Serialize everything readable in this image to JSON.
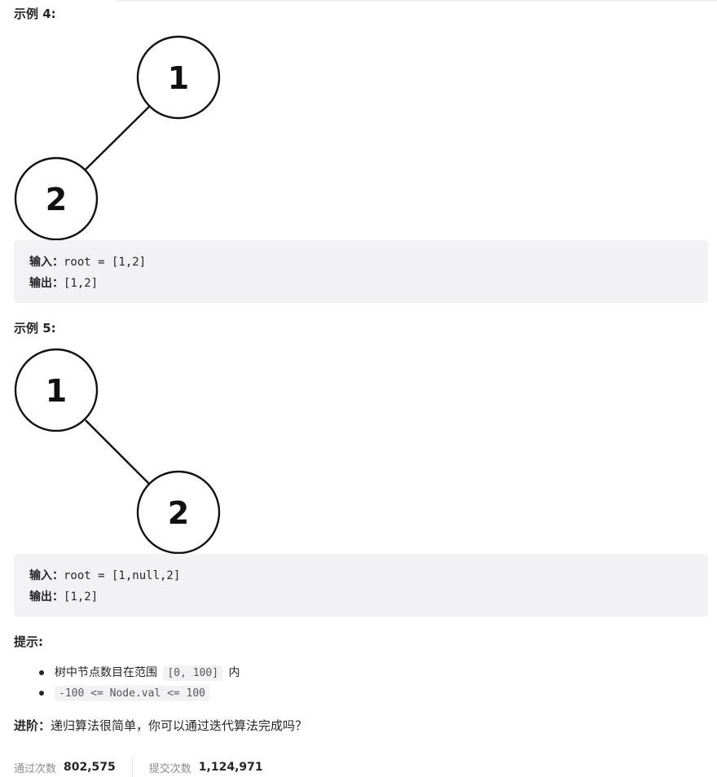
{
  "example4": {
    "title": "示例 4:",
    "tree": {
      "root": "1",
      "left": "2"
    },
    "input_label": "输入：",
    "input_value": "root = [1,2]",
    "output_label": "输出：",
    "output_value": "[1,2]"
  },
  "example5": {
    "title": "示例 5:",
    "tree": {
      "root": "1",
      "right": "2"
    },
    "input_label": "输入：",
    "input_value": "root = [1,null,2]",
    "output_label": "输出：",
    "output_value": "[1,2]"
  },
  "hints": {
    "title": "提示:",
    "items": [
      {
        "prefix": "树中节点数目在范围 ",
        "code": "[0, 100]",
        "suffix": " 内"
      },
      {
        "code": "-100 <= Node.val <= 100"
      }
    ]
  },
  "advanced": {
    "label": "进阶：",
    "text": "递归算法很简单，你可以通过迭代算法完成吗？"
  },
  "stats": {
    "accepted_label": "通过次数",
    "accepted_value": "802,575",
    "submissions_label": "提交次数",
    "submissions_value": "1,124,971"
  }
}
